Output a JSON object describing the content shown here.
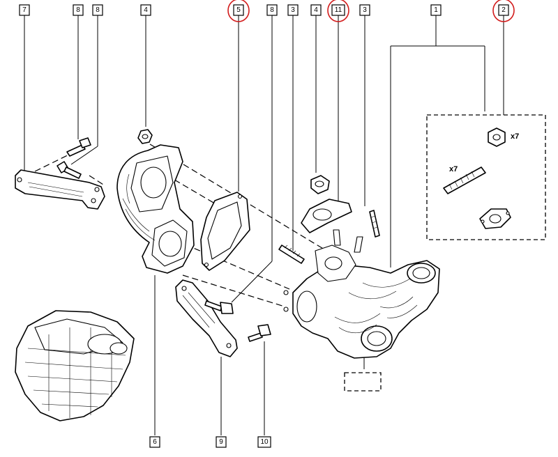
{
  "callouts": [
    {
      "id": "c7",
      "label": "7"
    },
    {
      "id": "c8a",
      "label": "8"
    },
    {
      "id": "c8b",
      "label": "8"
    },
    {
      "id": "c4a",
      "label": "4"
    },
    {
      "id": "c5",
      "label": "5",
      "highlighted": true
    },
    {
      "id": "c8c",
      "label": "8"
    },
    {
      "id": "c3a",
      "label": "3"
    },
    {
      "id": "c4b",
      "label": "4"
    },
    {
      "id": "c11",
      "label": "11",
      "highlighted": true
    },
    {
      "id": "c3b",
      "label": "3"
    },
    {
      "id": "c1",
      "label": "1"
    },
    {
      "id": "c2",
      "label": "2",
      "highlighted": true
    },
    {
      "id": "c6",
      "label": "6"
    },
    {
      "id": "c9",
      "label": "9"
    },
    {
      "id": "c10",
      "label": "10"
    }
  ],
  "kit": {
    "nut_qty": "x7",
    "stud_qty": "x7"
  },
  "colors": {
    "line": "#000000",
    "highlight_ring": "#d21c1c",
    "background": "#ffffff"
  }
}
